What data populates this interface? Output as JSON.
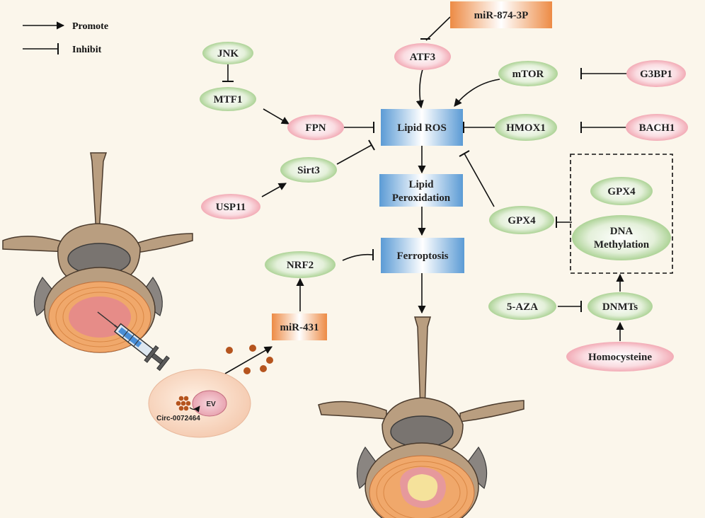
{
  "legend": {
    "promote": "Promote",
    "inhibit": "Inhibit"
  },
  "nodes": {
    "jnk": "JNK",
    "mtf1": "MTF1",
    "fpn": "FPN",
    "sirt3": "Sirt3",
    "usp11": "USP11",
    "mir874": "miR-874-3P",
    "atf3": "ATF3",
    "mtor": "mTOR",
    "g3bp1": "G3BP1",
    "lipid_ros": "Lipid ROS",
    "hmox1": "HMOX1",
    "bach1": "BACH1",
    "lipid_perox_1": "Lipid",
    "lipid_perox_2": "Peroxidation",
    "gpx4_box": "GPX4",
    "dna_meth_1": "DNA",
    "dna_meth_2": "Methylation",
    "gpx4": "GPX4",
    "nrf2": "NRF2",
    "ferroptosis": "Ferroptosis",
    "mir431": "miR-431",
    "aza": "5-AZA",
    "dnmts": "DNMTs",
    "homocysteine": "Homocysteine",
    "ev": "EV",
    "circ": "Circ-0072464"
  },
  "colors": {
    "green": "#8DC26F",
    "pink": "#EE8E9C",
    "blue": "#5B9BD5",
    "orange": "#ED8B45",
    "background": "#FBF6EB"
  }
}
